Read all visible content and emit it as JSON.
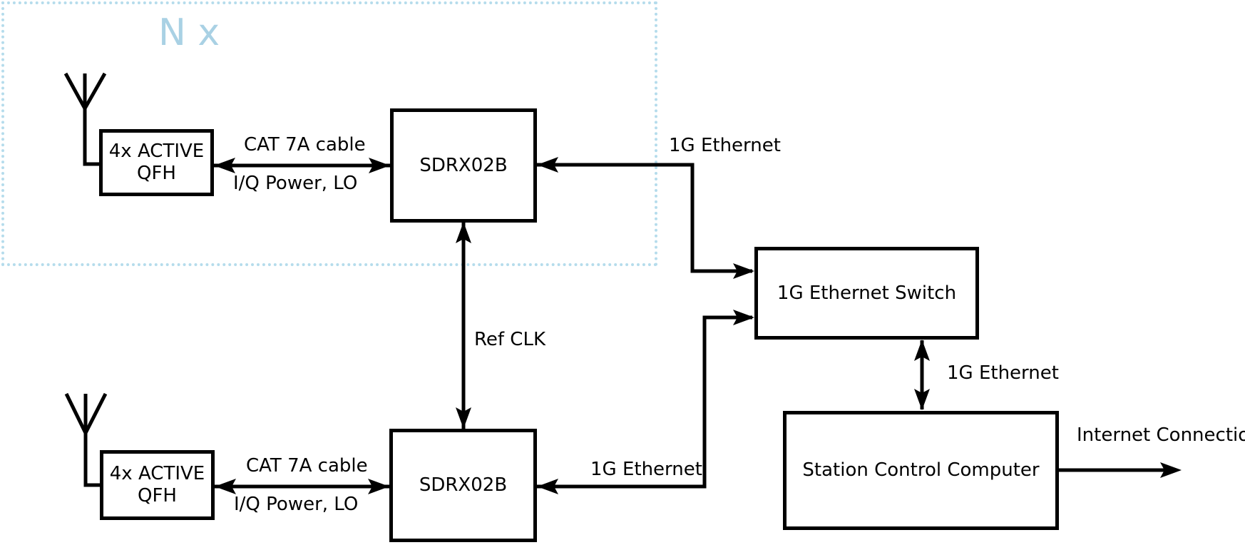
{
  "diagram": {
    "replication_label": "N x",
    "nodes": {
      "qfh_top": {
        "label": "4x ACTIVE\nQFH"
      },
      "receiver_top": {
        "label": "SDRX02B"
      },
      "qfh_bottom": {
        "label": "4x ACTIVE\nQFH"
      },
      "receiver_bottom": {
        "label": "SDRX02B"
      },
      "ethernet_switch": {
        "label": "1G Ethernet Switch"
      },
      "station_computer": {
        "label": "Station Control Computer"
      }
    },
    "links": {
      "cable_top_upper": "CAT 7A cable",
      "cable_top_lower": "I/Q Power, LO",
      "cable_bottom_upper": "CAT 7A cable",
      "cable_bottom_lower": "I/Q Power, LO",
      "ethernet_top": "1G Ethernet",
      "ethernet_bottom": "1G Ethernet",
      "ethernet_switch_pc": "1G Ethernet",
      "ref_clk": "Ref CLK",
      "internet": "Internet Connection"
    },
    "colors": {
      "accent_blue": "#a9d1e4",
      "dotted_border_blue": "#b5dcec",
      "stroke": "#000000",
      "background": "#ffffff"
    }
  }
}
